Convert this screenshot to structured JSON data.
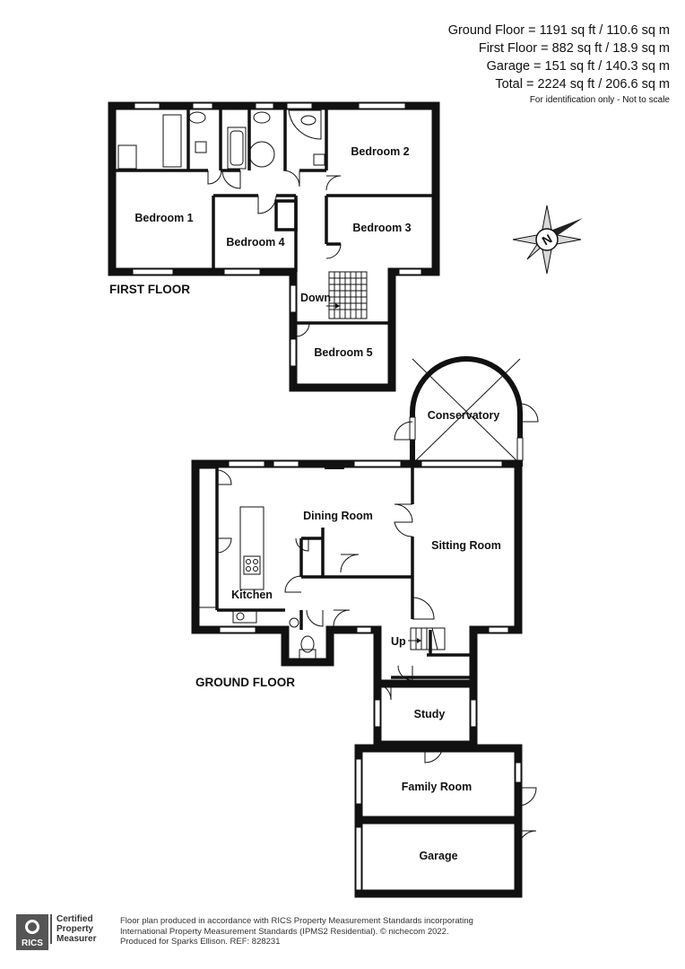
{
  "areas": {
    "ground_floor": "Ground Floor = 1191 sq ft / 110.6 sq m",
    "first_floor": "First Floor = 882 sq ft / 18.9 sq m",
    "garage": "Garage = 151 sq ft / 140.3 sq m",
    "total": "Total = 2224 sq ft / 206.6 sq m",
    "note": "For identification only - Not to scale"
  },
  "floors": {
    "first": "FIRST FLOOR",
    "ground": "GROUND FLOOR"
  },
  "rooms": {
    "bedroom1": "Bedroom 1",
    "bedroom2": "Bedroom 2",
    "bedroom3": "Bedroom 3",
    "bedroom4": "Bedroom 4",
    "bedroom5": "Bedroom 5",
    "down": "Down",
    "conservatory": "Conservatory",
    "dining": "Dining Room",
    "sitting": "Sitting Room",
    "kitchen": "Kitchen",
    "up": "Up",
    "study": "Study",
    "family": "Family Room",
    "garage": "Garage"
  },
  "compass": {
    "letter": "N"
  },
  "footer": {
    "rics_mark": "RICS",
    "badge_line1": "Certified",
    "badge_line2": "Property",
    "badge_line3": "Measurer",
    "line1": "Floor plan produced in accordance with RICS Property Measurement Standards incorporating",
    "line2": "International Property Measurement Standards (IPMS2 Residential).  © nichecom 2022.",
    "line3": "Produced for Sparks Ellison.   REF:  828231"
  },
  "colors": {
    "wall": "#111111",
    "window": "#ffffff",
    "compass_fill": "#222222",
    "compass_light": "#d9d9d9"
  }
}
